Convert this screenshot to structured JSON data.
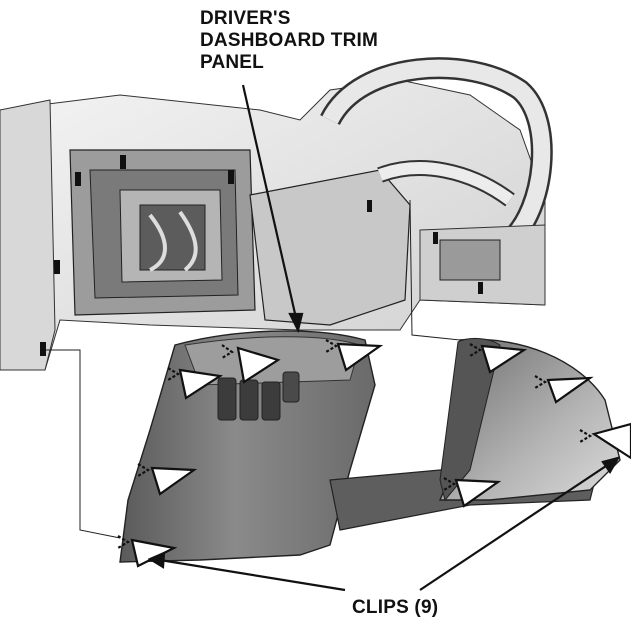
{
  "labels": {
    "panel_line1": "DRIVER'S",
    "panel_line2": "DASHBOARD TRIM",
    "panel_line3": "PANEL",
    "clips": "CLIPS (9)"
  },
  "colors": {
    "panel_dark": "#6e6e6e",
    "panel_light": "#a9a9a9",
    "dash_light": "#e6e6e6",
    "line": "#111111"
  }
}
